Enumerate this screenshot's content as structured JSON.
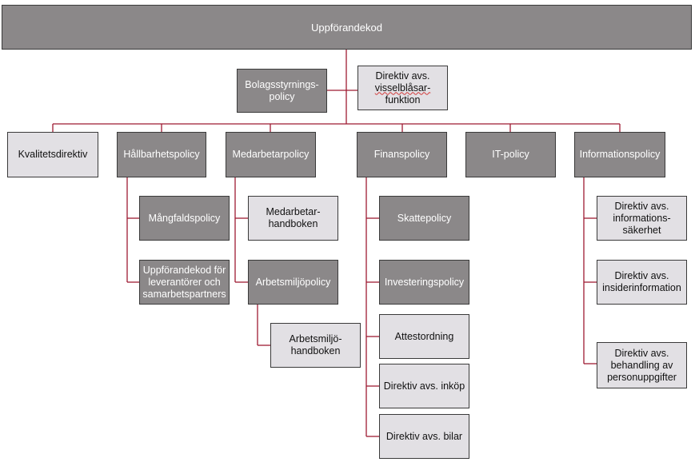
{
  "root": "Uppförandekod",
  "governance": {
    "bolag": "Bolagsstyrnings-\npolicy",
    "vissel_line1": "Direktiv avs.",
    "vissel_line2": "visselblåsar-",
    "vissel_line3": "funktion"
  },
  "departments": [
    {
      "label": "Kvalitetsdirektiv"
    },
    {
      "label": "Hållbarhetspolicy"
    },
    {
      "label": "Medarbetarpolicy"
    },
    {
      "label": "Finanspolicy"
    },
    {
      "label": "IT-policy"
    },
    {
      "label": "Informationspolicy"
    }
  ],
  "hallbarhet_children": [
    "Mångfaldspolicy",
    "Uppförandekod för leverantörer och samarbetspartners"
  ],
  "medarbetar_children": [
    "Medarbetar-\nhandboken",
    "Arbetsmiljöpolicy"
  ],
  "arbetsmiljo_child": "Arbetsmiljö-\nhandboken",
  "finans_children": [
    "Skattepolicy",
    "Investeringspolicy",
    "Attestordning",
    "Direktiv avs. inköp",
    "Direktiv avs. bilar"
  ],
  "info_children": [
    "Direktiv avs.\ninformations-\nsäkerhet",
    "Direktiv avs.\ninsiderinformation",
    "Direktiv avs.\nbehandling av\npersonuppgifter"
  ],
  "colors": {
    "connector": "#9e1b32",
    "dark_box": "#8b8889",
    "light_box": "#e2e0e4"
  }
}
